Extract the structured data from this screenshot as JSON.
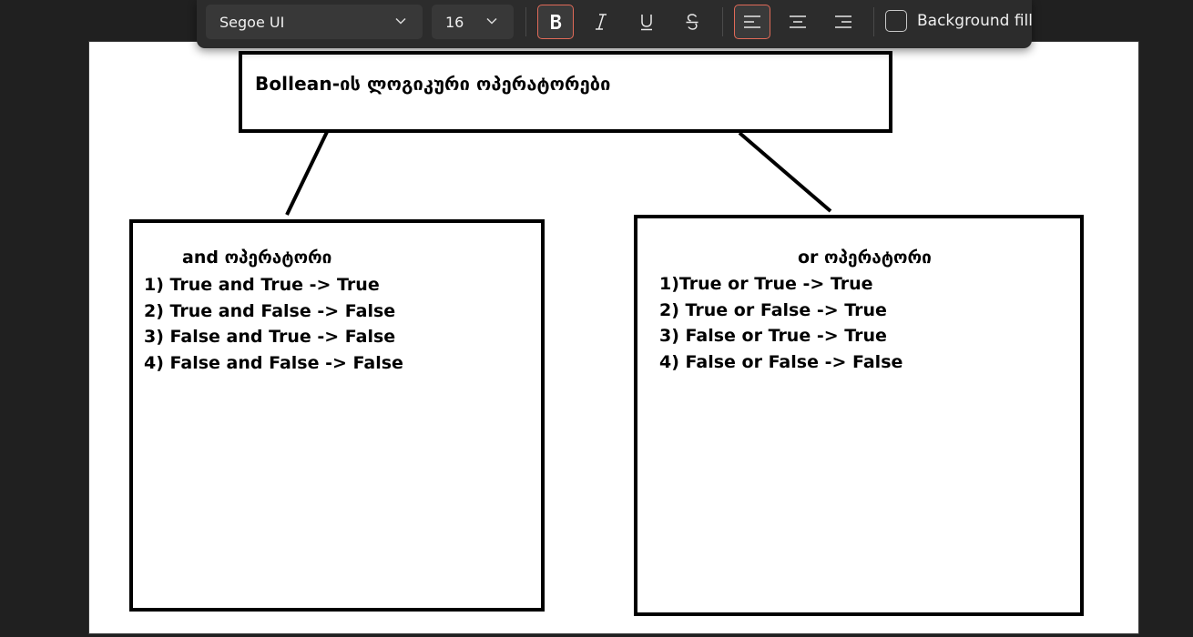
{
  "toolbar": {
    "font_family": "Segoe UI",
    "font_size": "16",
    "bold_active": true,
    "align_left_active": true,
    "background_fill_label": "Background fill",
    "background_fill_checked": false,
    "accent_color": "#e06a58",
    "icons": [
      "bold-icon",
      "italic-icon",
      "underline-icon",
      "strikethrough-icon",
      "align-left-icon",
      "align-center-icon",
      "align-right-icon",
      "chevron-down-icon"
    ]
  },
  "canvas": {
    "title": "Bollean-ის ლოგიკური ოპერატორები",
    "and_box": {
      "heading": "and ოპერატორი",
      "lines": [
        "1) True and True -> True",
        "2) True and False -> False",
        "3) False and True -> False",
        "4) False and False -> False"
      ]
    },
    "or_box": {
      "heading": "or ოპერატორი",
      "lines": [
        "1)True or True -> True",
        "2) True or False -> True",
        "3) False or True -> True",
        "4) False or False -> False"
      ]
    }
  }
}
